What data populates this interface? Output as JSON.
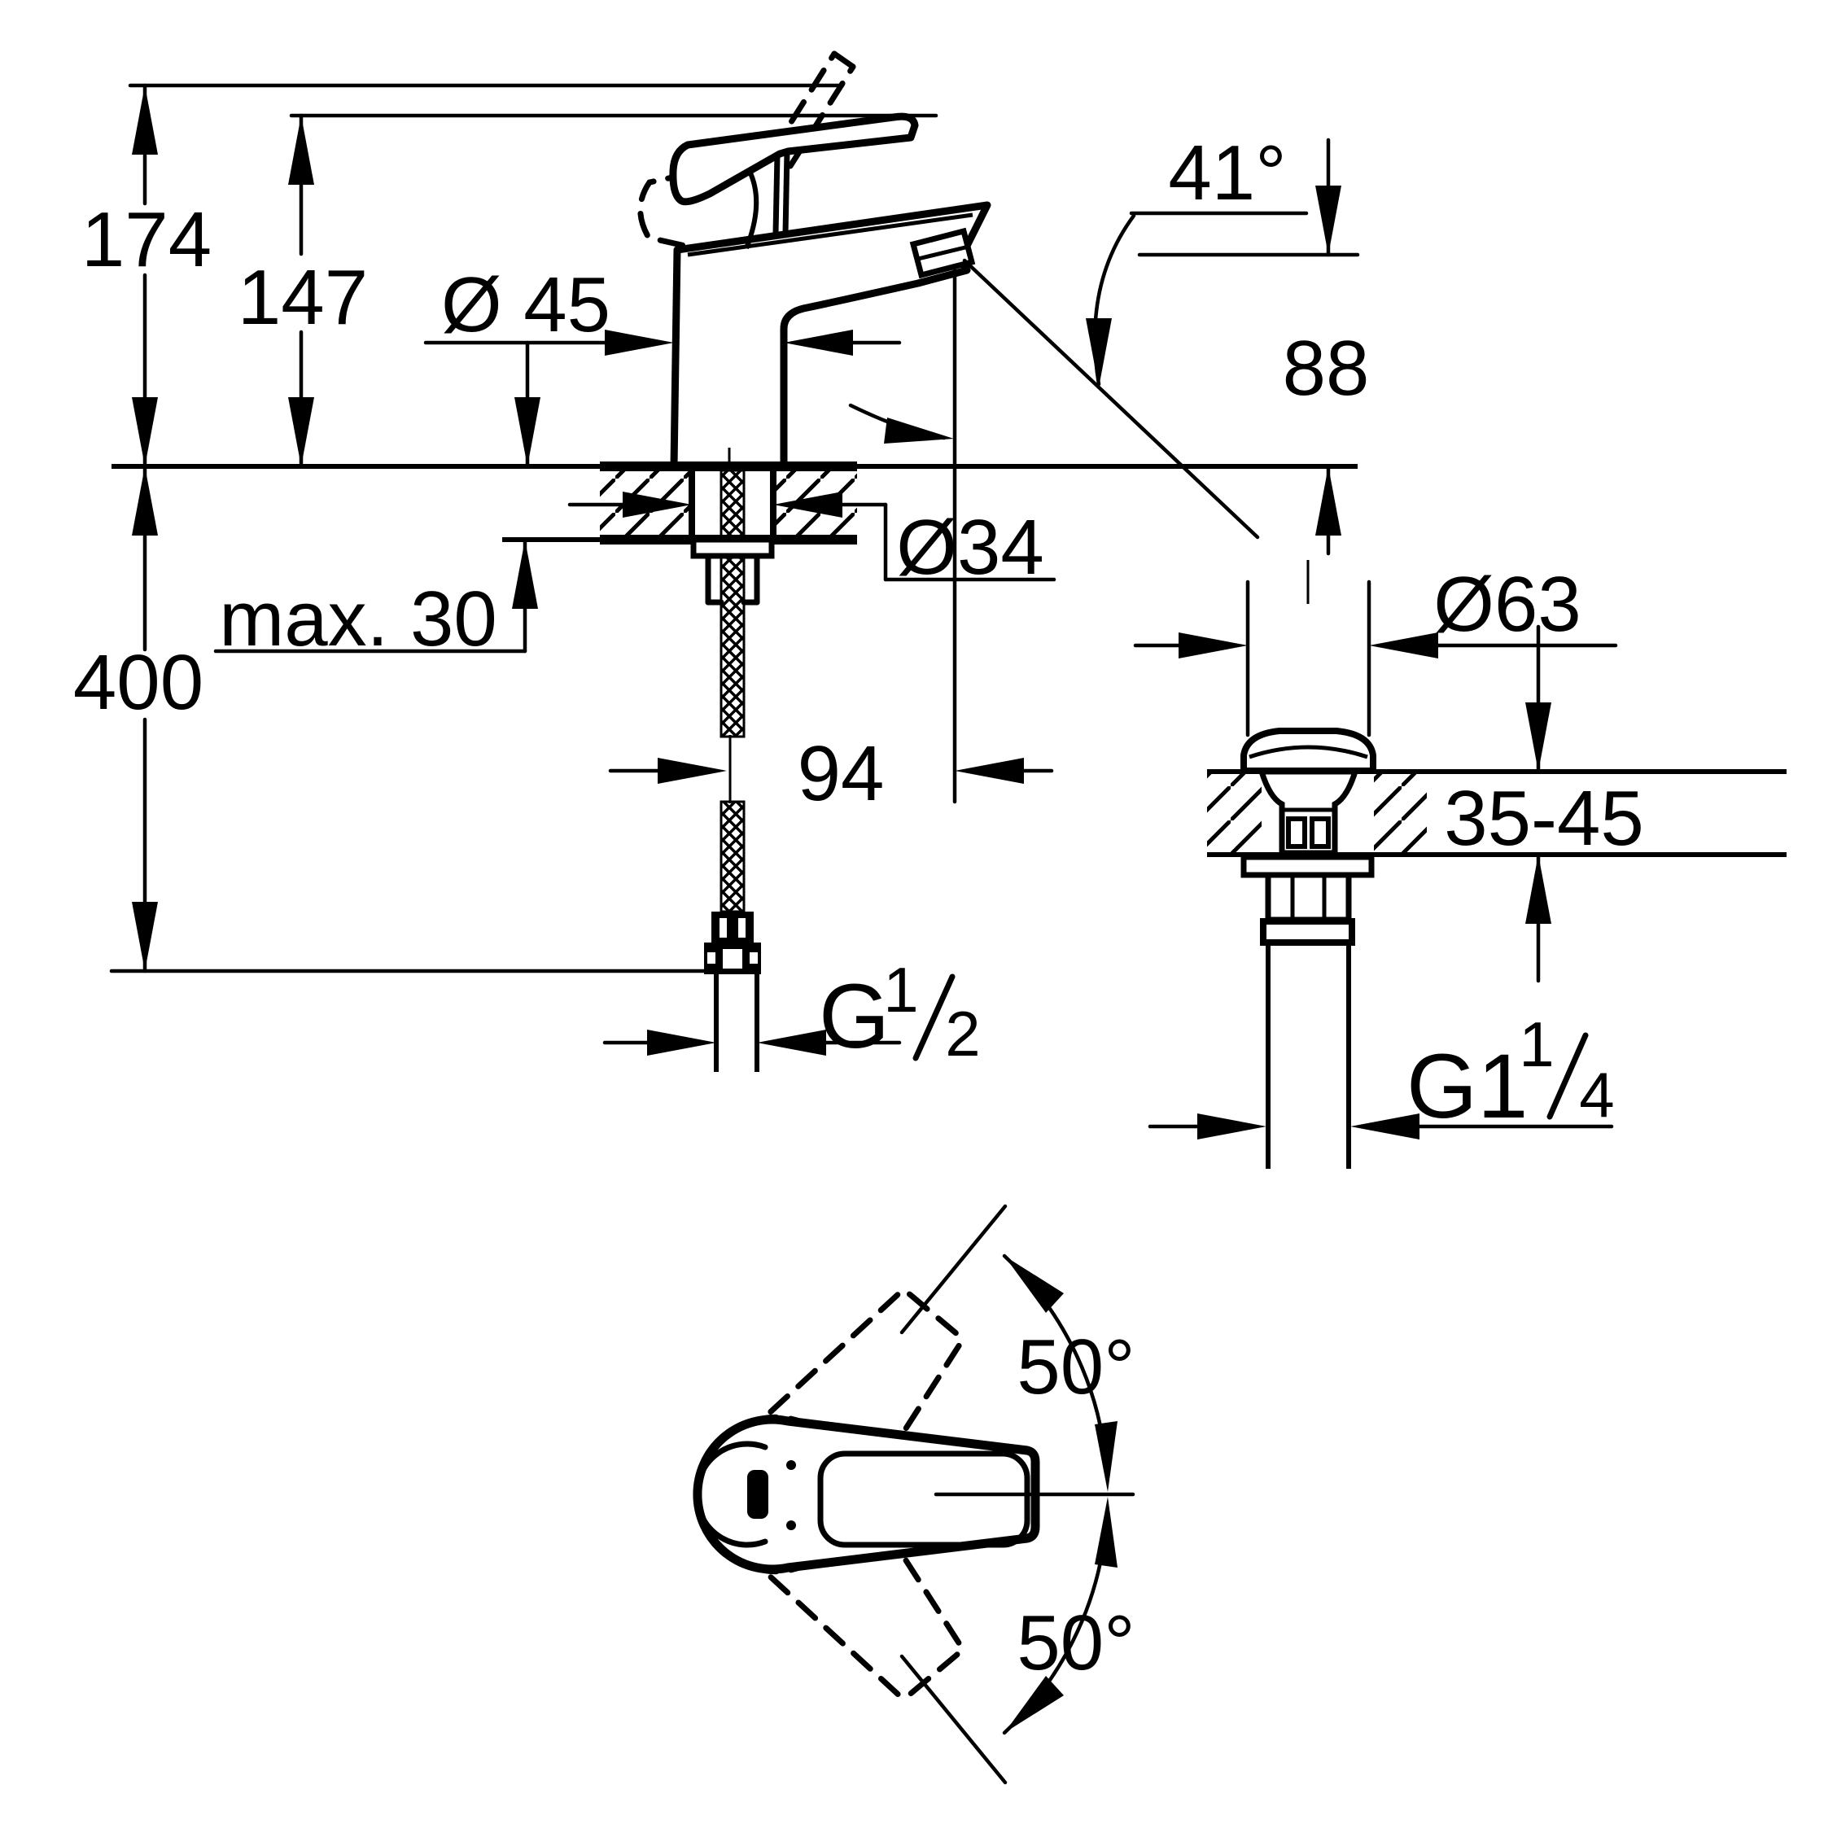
{
  "front_view": {
    "height_total": "174",
    "height_to_spout_top": "147",
    "body_diameter": "Ø 45",
    "spout_angle": "41°",
    "spout_outlet_height": "88",
    "mounting_hole_diameter": "Ø34",
    "max_deck_thickness": "max. 30",
    "hose_length_below_deck": "400",
    "projection": "94",
    "supply_thread": {
      "base": "G",
      "numerator": "1",
      "denominator": "2"
    }
  },
  "drain_view": {
    "flange_diameter": "Ø63",
    "deck_thickness_range": "35-45",
    "drain_thread": {
      "base": "G1",
      "numerator": "1",
      "denominator": "4"
    }
  },
  "top_view": {
    "handle_swivel_up": "50°",
    "handle_swivel_down": "50°"
  }
}
